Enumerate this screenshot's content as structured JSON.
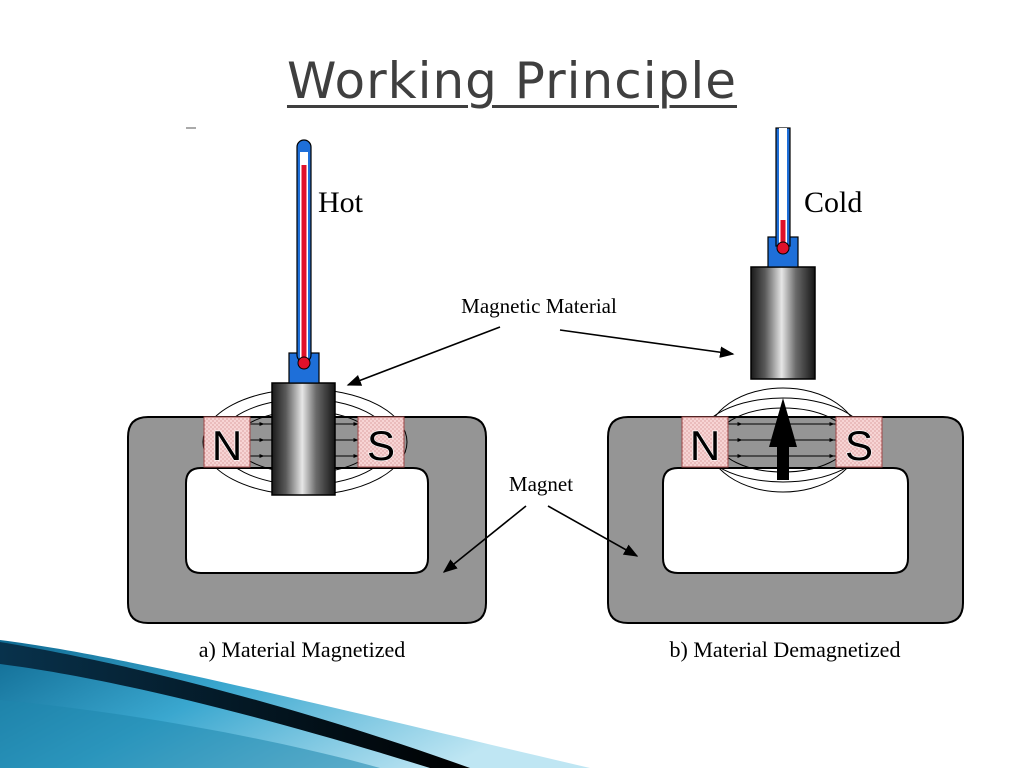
{
  "slide": {
    "title": "Working Principle"
  },
  "diagram": {
    "left": {
      "thermometer_label": "Hot",
      "north_label": "N",
      "south_label": "S",
      "caption": "a) Material Magnetized"
    },
    "right": {
      "thermometer_label": "Cold",
      "north_label": "N",
      "south_label": "S",
      "caption": "b) Material Demagnetized"
    },
    "callouts": {
      "magnetic_material": "Magnetic Material",
      "magnet": "Magnet"
    }
  },
  "colors": {
    "title_text": "#3f3f3f",
    "magnet_body": "#959595",
    "pole_fill": "#f7d4d4",
    "pole_border": "#b05050",
    "thermometer_blue": "#1e6fd9",
    "mercury_red": "#e0102a",
    "ribbon_light": "#69c3e0",
    "ribbon_dark": "#0c4a6e"
  }
}
